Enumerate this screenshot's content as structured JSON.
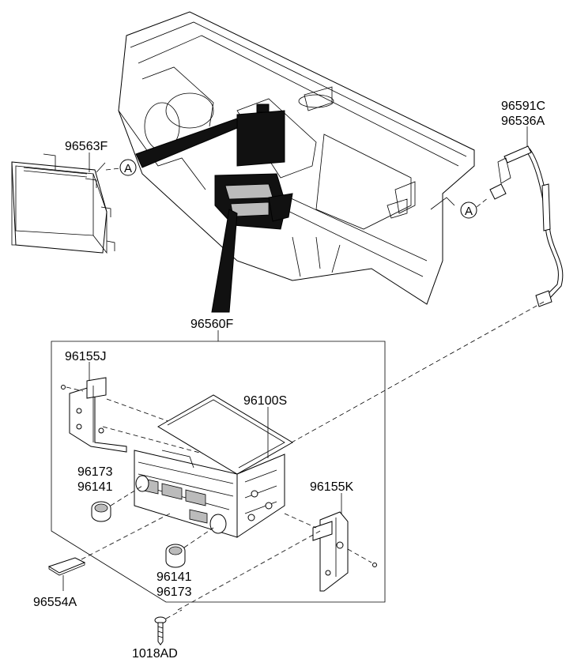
{
  "diagram": {
    "callout_letter": "A",
    "parts": {
      "p96591C": "96591C",
      "p96536A": "96536A",
      "p96563F": "96563F",
      "p96560F": "96560F",
      "p96155J": "96155J",
      "p96100S": "96100S",
      "p96173_a": "96173",
      "p96141_a": "96141",
      "p96155K": "96155K",
      "p96141_b": "96141",
      "p96173_b": "96173",
      "p96554A": "96554A",
      "p1018AD": "1018AD"
    }
  }
}
